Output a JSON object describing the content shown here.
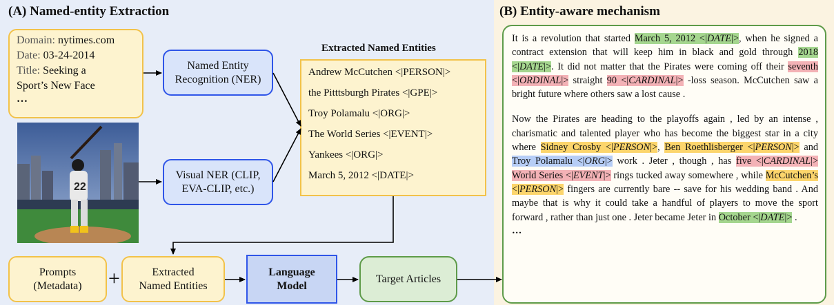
{
  "panel_a": {
    "title": "(A) Named-entity Extraction",
    "metadata": {
      "domain_label": "Domain:",
      "domain_value": "nytimes.com",
      "date_label": "Date:",
      "date_value": "03-24-2014",
      "title_label": "Title:",
      "title_value_1": "Seeking a",
      "title_value_2": "Sport’s New Face",
      "ellipsis": "…"
    },
    "ner_box": {
      "line1": "Named Entity",
      "line2": "Recognition (NER)"
    },
    "visual_ner_box": {
      "line1": "Visual NER (CLIP,",
      "line2": "EVA-CLIP, etc.)"
    },
    "extracted_title": "Extracted Named Entities",
    "entities": [
      "Andrew McCutchen <|PERSON|>",
      "the Pitttsburgh Pirates <|GPE|>",
      "Troy Polamalu <|ORG|>",
      "The World Series <|EVENT|>",
      "Yankees <|ORG|>",
      "March 5, 2012 <|DATE|>"
    ],
    "prompts_box": {
      "line1": "Prompts",
      "line2": "(Metadata)"
    },
    "plus": "+",
    "extracted_box": {
      "line1": "Extracted",
      "line2": "Named Entities"
    },
    "lm_box": {
      "line1": "Language",
      "line2": "Model"
    },
    "target_box": "Target Articles",
    "photo_number": "22"
  },
  "panel_b": {
    "title": "(B) Entity-aware mechanism",
    "p1": {
      "t1": "It is a revolution that started ",
      "e1": "March 5, 2012 <|",
      "e1tag": "DATE",
      "e1end": "|>",
      "t2": ", when he signed a contract extension that will keep him in black and gold through ",
      "e2": "2018  <|",
      "e2tag": "DATE",
      "e2end": "|>",
      "t3": ". It did not matter that the Pirates were coming off their ",
      "e3": "seventh <|",
      "e3tag": "ORDINAL",
      "e3end": "|>",
      "t4": " straight ",
      "e4": "90 <|",
      "e4tag": "CARDINAL",
      "e4end": "|>",
      "t5": " -loss season. McCutchen saw a bright future where others saw a lost cause ."
    },
    "p2": {
      "t1": "Now the Pirates are heading to the playoffs again , led by an intense , charismatic and talented player who has become the biggest star in a city where ",
      "e1": "Sidney Crosby <|",
      "e1tag": "PERSON",
      "e1end": "|>",
      "t2": ", ",
      "e2": "Ben Roethlisberger <|",
      "e2tag": "PERSON",
      "e2end": "|>",
      "t3": " and ",
      "e3": "Troy Polamalu <|",
      "e3tag": "ORG",
      "e3end": "|>",
      "t4": " work . Jeter , though , has ",
      "e4": "five <|",
      "e4tag": "CARDINAL",
      "e4end": "|>",
      "t5": " ",
      "e5": "World Series <|",
      "e5tag": "EVENT",
      "e5end": "|>",
      "t6": " rings tucked away somewhere , while ",
      "e6": "McCutchen’s <|",
      "e6tag": "PERSON",
      "e6end": "|>",
      "t7": " fingers are currently bare -- save for his wedding band . And maybe that is why it could take a handful of players to move the sport forward , rather than just one . Jeter became Jeter in ",
      "e7": "October <|",
      "e7tag": "DATE",
      "e7end": "|>",
      "t8": " ."
    },
    "ellipsis": "…"
  }
}
